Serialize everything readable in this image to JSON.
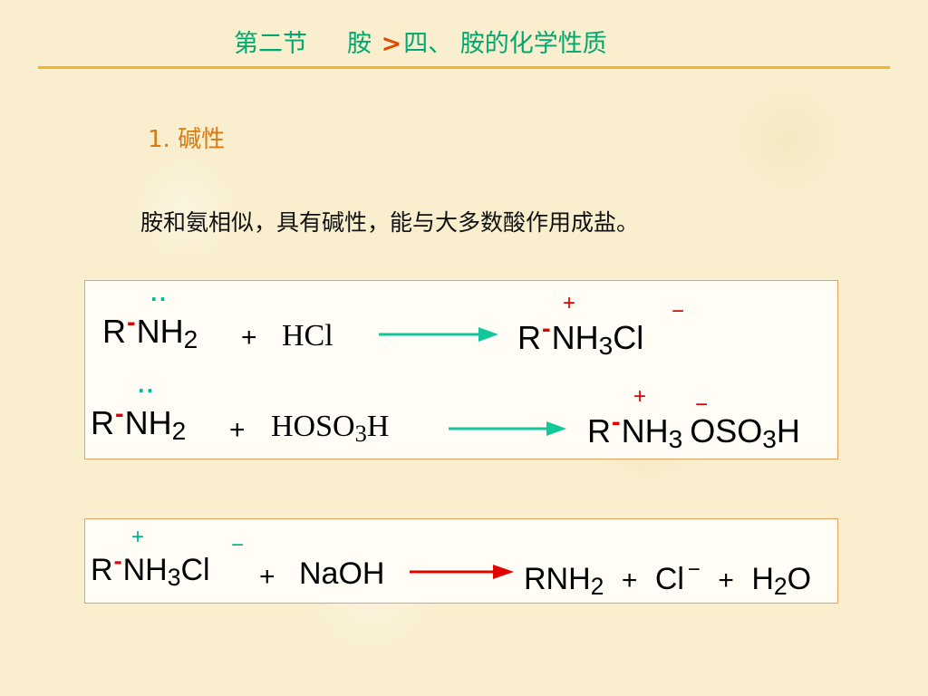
{
  "header": {
    "section": "第二节",
    "chapter": "胺",
    "separator": ">",
    "topic": "四、 胺的化学性质"
  },
  "heading": "1. 碱性",
  "paragraph": "胺和氨相似，具有碱性，能与大多数酸作用成盐。",
  "reactions": {
    "r1": {
      "reactant_r": "R",
      "bond": "-",
      "amine": "NH",
      "amine_sub": "2",
      "lone_pair": "··",
      "plus": "+",
      "acid": "HCl",
      "product_r": "R",
      "product_amine": "NH",
      "product_sub": "3",
      "product_anion": "Cl",
      "charge_pos": "+",
      "charge_neg": "−"
    },
    "r2": {
      "reactant_r": "R",
      "bond": "-",
      "amine": "NH",
      "amine_sub": "2",
      "lone_pair": "··",
      "plus": "+",
      "acid_a": "HOSO",
      "acid_sub": "3",
      "acid_b": "H",
      "product_r": "R",
      "product_amine": "NH",
      "product_sub": "3",
      "product_anion_a": "OSO",
      "product_anion_sub": "3",
      "product_anion_b": "H",
      "charge_pos": "+",
      "charge_neg": "−"
    },
    "r3": {
      "reactant_r": "R",
      "bond": "-",
      "amine": "NH",
      "amine_sub": "3",
      "anion": "Cl",
      "charge_pos": "+",
      "charge_neg": "−",
      "plus": "+",
      "base": "NaOH",
      "p1": "RNH",
      "p1_sub": "2",
      "plus2": "+",
      "p2": "Cl",
      "p2_charge": "−",
      "plus3": "+",
      "p3_a": "H",
      "p3_sub": "2",
      "p3_b": "O"
    }
  },
  "colors": {
    "title": "#00a870",
    "accent": "#f2b42e",
    "heading": "#d97a12",
    "arrow_green": "#12c79a",
    "arrow_red": "#e00000",
    "charge_red": "#e00000"
  }
}
